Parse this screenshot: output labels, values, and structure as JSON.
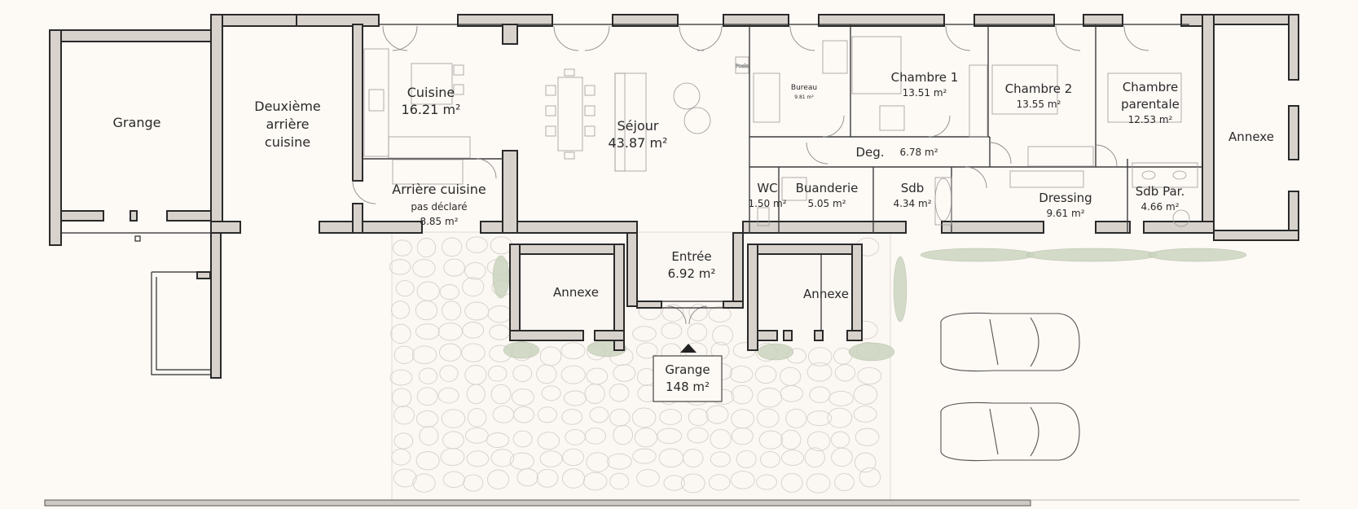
{
  "rooms": {
    "grange_left": {
      "name": "Grange"
    },
    "deuxieme": {
      "line1": "Deuxième",
      "line2": "arrière",
      "line3": "cuisine"
    },
    "cuisine": {
      "name": "Cuisine",
      "area": "16.21 m²"
    },
    "arriere_cuisine": {
      "name": "Arrière cuisine",
      "note": "pas déclaré",
      "area": "8.85 m²"
    },
    "sejour": {
      "name": "Séjour",
      "area": "43.87 m²"
    },
    "bureau": {
      "name": "Bureau",
      "area": "9.81 m²"
    },
    "chambre1": {
      "name": "Chambre 1",
      "area": "13.51 m²"
    },
    "chambre2": {
      "name": "Chambre 2",
      "area": "13.55 m²"
    },
    "chambre_parentale": {
      "line1": "Chambre",
      "line2": "parentale",
      "area": "12.53 m²"
    },
    "deg": {
      "name": "Deg.",
      "area": "6.78 m²"
    },
    "wc": {
      "name": "WC",
      "area": "1.50 m²"
    },
    "buanderie": {
      "name": "Buanderie",
      "area": "5.05 m²"
    },
    "sdb": {
      "name": "Sdb",
      "area": "4.34 m²"
    },
    "dressing": {
      "name": "Dressing",
      "area": "9.61 m²"
    },
    "sdb_par": {
      "name": "Sdb Par.",
      "area": "4.66 m²"
    },
    "annexe_right": {
      "name": "Annexe"
    },
    "entree": {
      "name": "Entrée",
      "area": "6.92 m²"
    },
    "annexe_left_court": {
      "name": "Annexe"
    },
    "annexe_right_court": {
      "name": "Annexe"
    },
    "grange_court": {
      "name": "Grange",
      "area": "148 m²"
    }
  },
  "colors": {
    "background": "#fdf9f5",
    "wall_fill": "#d8d2cc",
    "wall_stroke": "#2a2a2a",
    "greenery": "#c9d3bd"
  },
  "icons": {
    "north_marker": "triangle-up-icon",
    "car": "car-icon"
  }
}
